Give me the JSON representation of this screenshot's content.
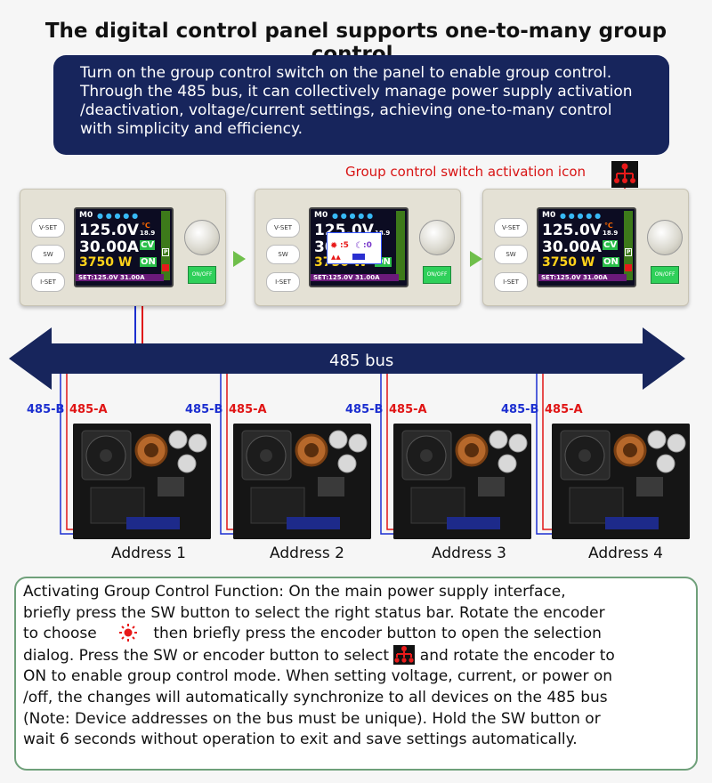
{
  "title": "The digital control panel supports one-to-many group control.",
  "intro": [
    "Turn on the group control switch on the panel to enable group control.",
    "Through the 485 bus, it can collectively manage power supply activation",
    "/deactivation, voltage/current settings, achieving one-to-many control",
    "with simplicity and efficiency."
  ],
  "callout": "Group control switch activation icon",
  "panel": {
    "btn_vset": "V-SET",
    "btn_sw": "SW",
    "btn_iset": "I-SET",
    "onoff": "ON/OFF",
    "screen": {
      "mode": "M0",
      "voltage": "125.0V",
      "current": "30.00A",
      "power": "3750 W",
      "temp": "18.9",
      "temp_unit": "℃",
      "cv": "CV",
      "on": "ON",
      "p": "P",
      "set": "SET:125.0V 31.00A"
    }
  },
  "dialog": {
    "left": ":5",
    "right": ":0"
  },
  "bus": {
    "label": "485 bus"
  },
  "wires": {
    "b": "485-B",
    "a": "485-A"
  },
  "addresses": [
    "Address 1",
    "Address 2",
    "Address 3",
    "Address 4"
  ],
  "instructions": {
    "l1": "Activating Group Control Function:  On the main power supply interface,",
    "l2": "briefly press the SW button to select the right status bar. Rotate the encoder",
    "l3a": "to choose",
    "l3b": "then briefly press the encoder button to open the selection",
    "l4": " dialog. Press the SW or encoder button to select",
    "l4b": "and rotate the encoder to",
    "l5": "ON to enable group control mode. When setting voltage, current, or power on",
    "l6": "/off, the changes will automatically synchronize to all devices on the 485 bus",
    "l7": "(Note: Device addresses on the bus must be unique). Hold the SW button or",
    "l8": "wait 6 seconds without operation to exit and save settings automatically."
  },
  "colors": {
    "navy": "#17255c",
    "red": "#d81414",
    "blue": "#1c2fd0",
    "green": "#2fd05a"
  },
  "icons": [
    "group-control-icon",
    "sun-icon",
    "right-arrow-icon"
  ]
}
